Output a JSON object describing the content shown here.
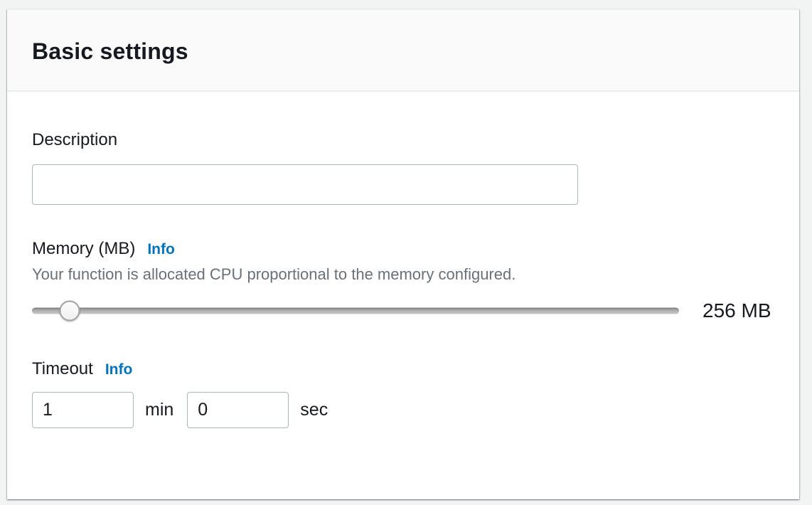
{
  "panel": {
    "title": "Basic settings"
  },
  "description": {
    "label": "Description",
    "value": "",
    "placeholder": ""
  },
  "memory": {
    "label": "Memory (MB)",
    "info_label": "Info",
    "help_text": "Your function is allocated CPU proportional to the memory configured.",
    "value_display": "256 MB",
    "slider_percent": 5.8
  },
  "timeout": {
    "label": "Timeout",
    "info_label": "Info",
    "minutes_value": "1",
    "minutes_unit": "min",
    "seconds_value": "0",
    "seconds_unit": "sec"
  },
  "colors": {
    "link_blue": "#0073bb",
    "text_dark": "#16191f",
    "text_gray": "#687078",
    "input_border": "#aab7b8",
    "divider": "#eaeded",
    "header_bg": "#fafafa",
    "body_bg": "#ffffff",
    "page_bg": "#f2f3f3"
  }
}
